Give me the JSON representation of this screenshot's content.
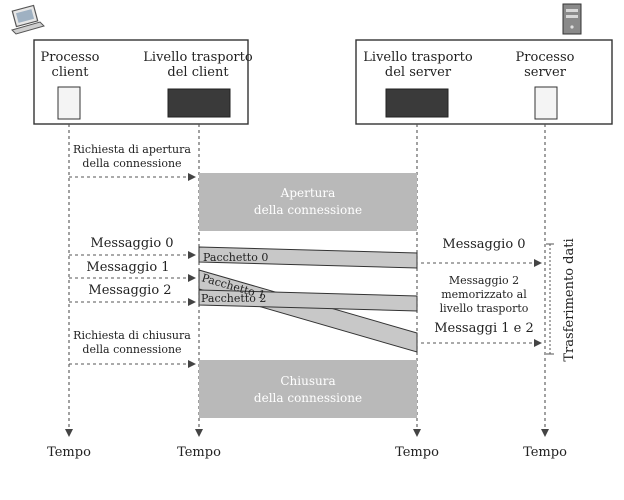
{
  "client_box": {
    "processo_label_1": "Processo",
    "processo_label_2": "client",
    "trasporto_label_1": "Livello trasporto",
    "trasporto_label_2": "del client"
  },
  "server_box": {
    "trasporto_label_1": "Livello trasporto",
    "trasporto_label_2": "del server",
    "processo_label_1": "Processo",
    "processo_label_2": "server"
  },
  "requests": {
    "apertura_1": "Richiesta di apertura",
    "apertura_2": "della connessione",
    "chiusura_1": "Richiesta di chiusura",
    "chiusura_2": "della connessione"
  },
  "phases": {
    "apertura_1": "Apertura",
    "apertura_2": "della connessione",
    "chiusura_1": "Chiusura",
    "chiusura_2": "della connessione"
  },
  "client_messages": [
    "Messaggio  0",
    "Messaggio  1",
    "Messaggio  2"
  ],
  "packets": [
    "Pacchetto 0",
    "Pacchetto 1",
    "Pacchetto 2"
  ],
  "server_side": {
    "msg0": "Messaggio  0",
    "note_1": "Messaggio 2",
    "note_2": "memorizzato al",
    "note_3": "livello trasporto",
    "msg12": "Messaggi 1 e 2"
  },
  "side_label": "Trasferimento dati",
  "tempo_labels": [
    "Tempo",
    "Tempo",
    "Tempo",
    "Tempo"
  ],
  "colors": {
    "phase_fill": "#b9b9b9",
    "packet_fill": "#c8c8c8",
    "transport_fill": "#3a3a3a",
    "dashed_line": "#666666"
  },
  "icons": {
    "client": "laptop-icon",
    "server": "server-tower-icon"
  }
}
